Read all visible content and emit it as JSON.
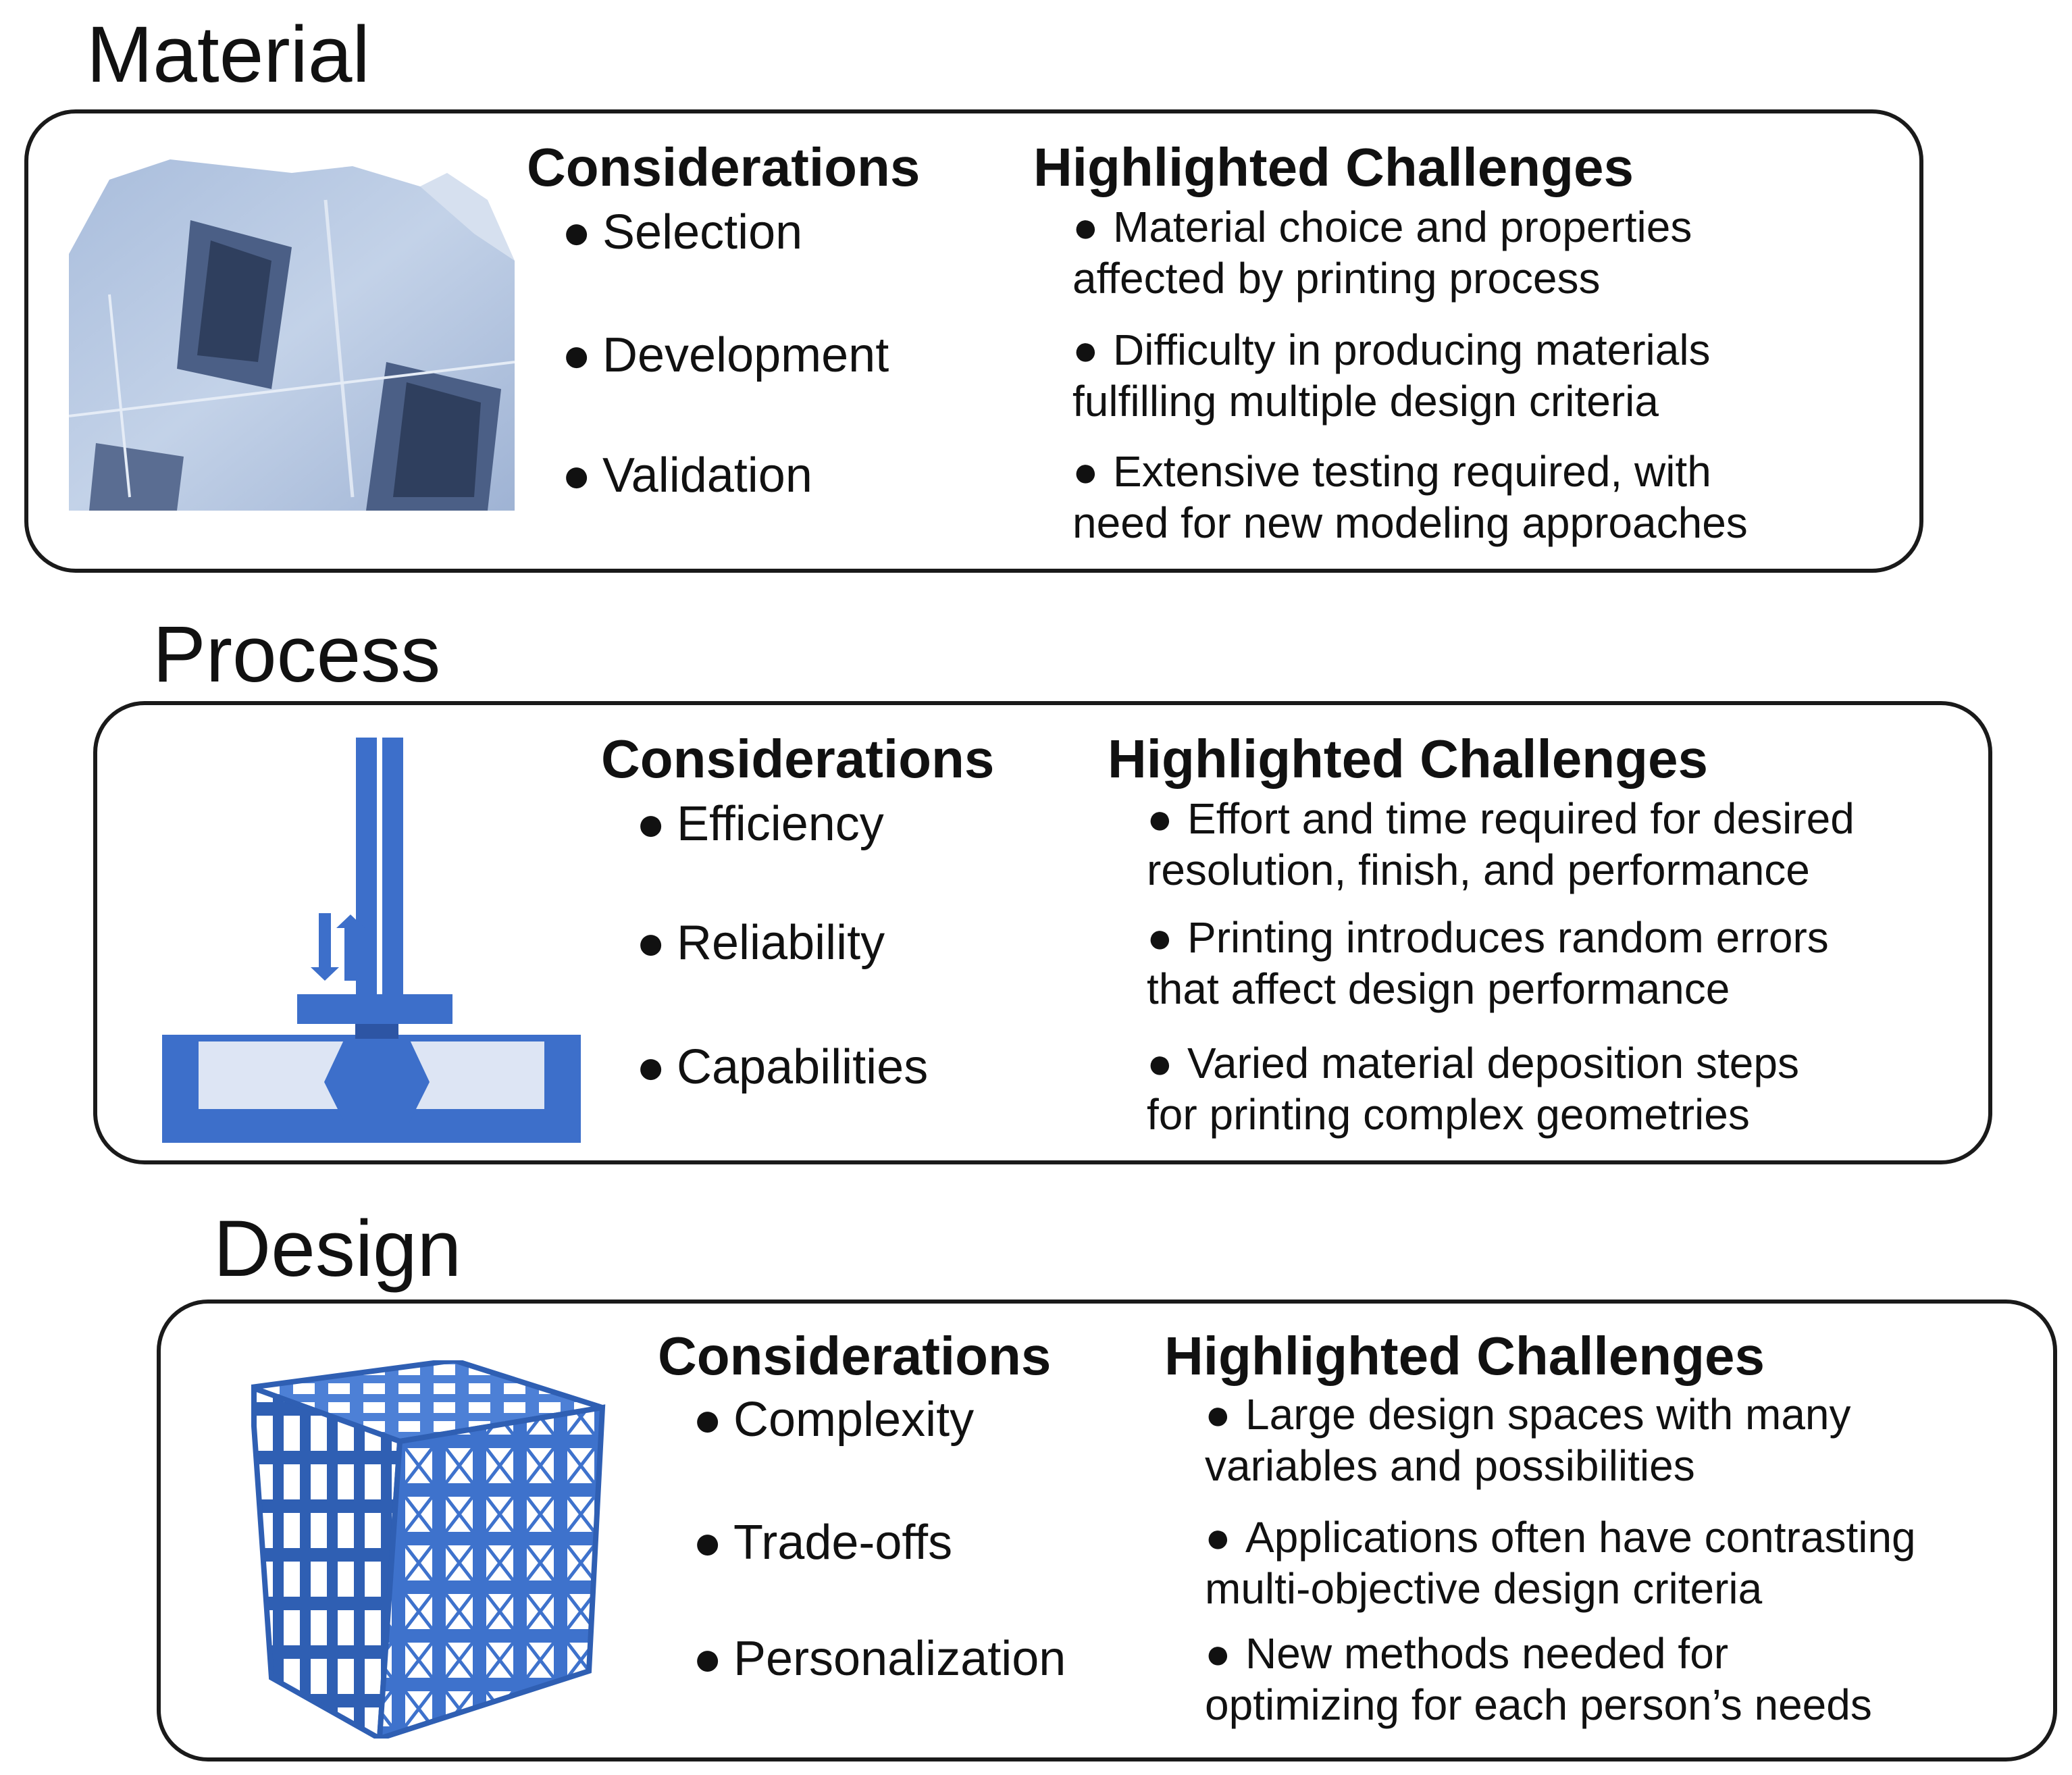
{
  "bullet": "●",
  "colors": {
    "accent_blue": "#3d6fca",
    "light_blue": "#dde5f4",
    "ice": "#b7c8e2",
    "border": "#1a1a1a"
  },
  "sections": [
    {
      "title": "Material",
      "considerations_heading": "Considerations",
      "challenges_heading": "Highlighted Challenges",
      "considerations": [
        "Selection",
        "Development",
        "Validation"
      ],
      "challenges": [
        [
          "Material choice and properties",
          "affected by printing process"
        ],
        [
          "Difficulty in producing materials",
          "fulfilling multiple design criteria"
        ],
        [
          "Extensive testing required, with",
          "need for new modeling approaches"
        ]
      ],
      "icon": "printed-material-sample-image"
    },
    {
      "title": "Process",
      "considerations_heading": "Considerations",
      "challenges_heading": "Highlighted Challenges",
      "considerations": [
        "Efficiency",
        "Reliability",
        "Capabilities"
      ],
      "challenges": [
        [
          "Effort and time required for desired",
          "resolution, finish, and performance"
        ],
        [
          "Printing introduces random errors",
          "that affect design performance"
        ],
        [
          "Varied material deposition steps",
          "for printing complex geometries"
        ]
      ],
      "icon": "vat-printer-diagram"
    },
    {
      "title": "Design",
      "considerations_heading": "Considerations",
      "challenges_heading": "Highlighted Challenges",
      "considerations": [
        "Complexity",
        "Trade-offs",
        "Personalization"
      ],
      "challenges": [
        [
          "Large design spaces with many",
          "variables and possibilities"
        ],
        [
          "Applications often have contrasting",
          "multi-objective design criteria"
        ],
        [
          "New methods needed for",
          "optimizing for each person’s needs"
        ]
      ],
      "icon": "lattice-cube-icon"
    }
  ]
}
